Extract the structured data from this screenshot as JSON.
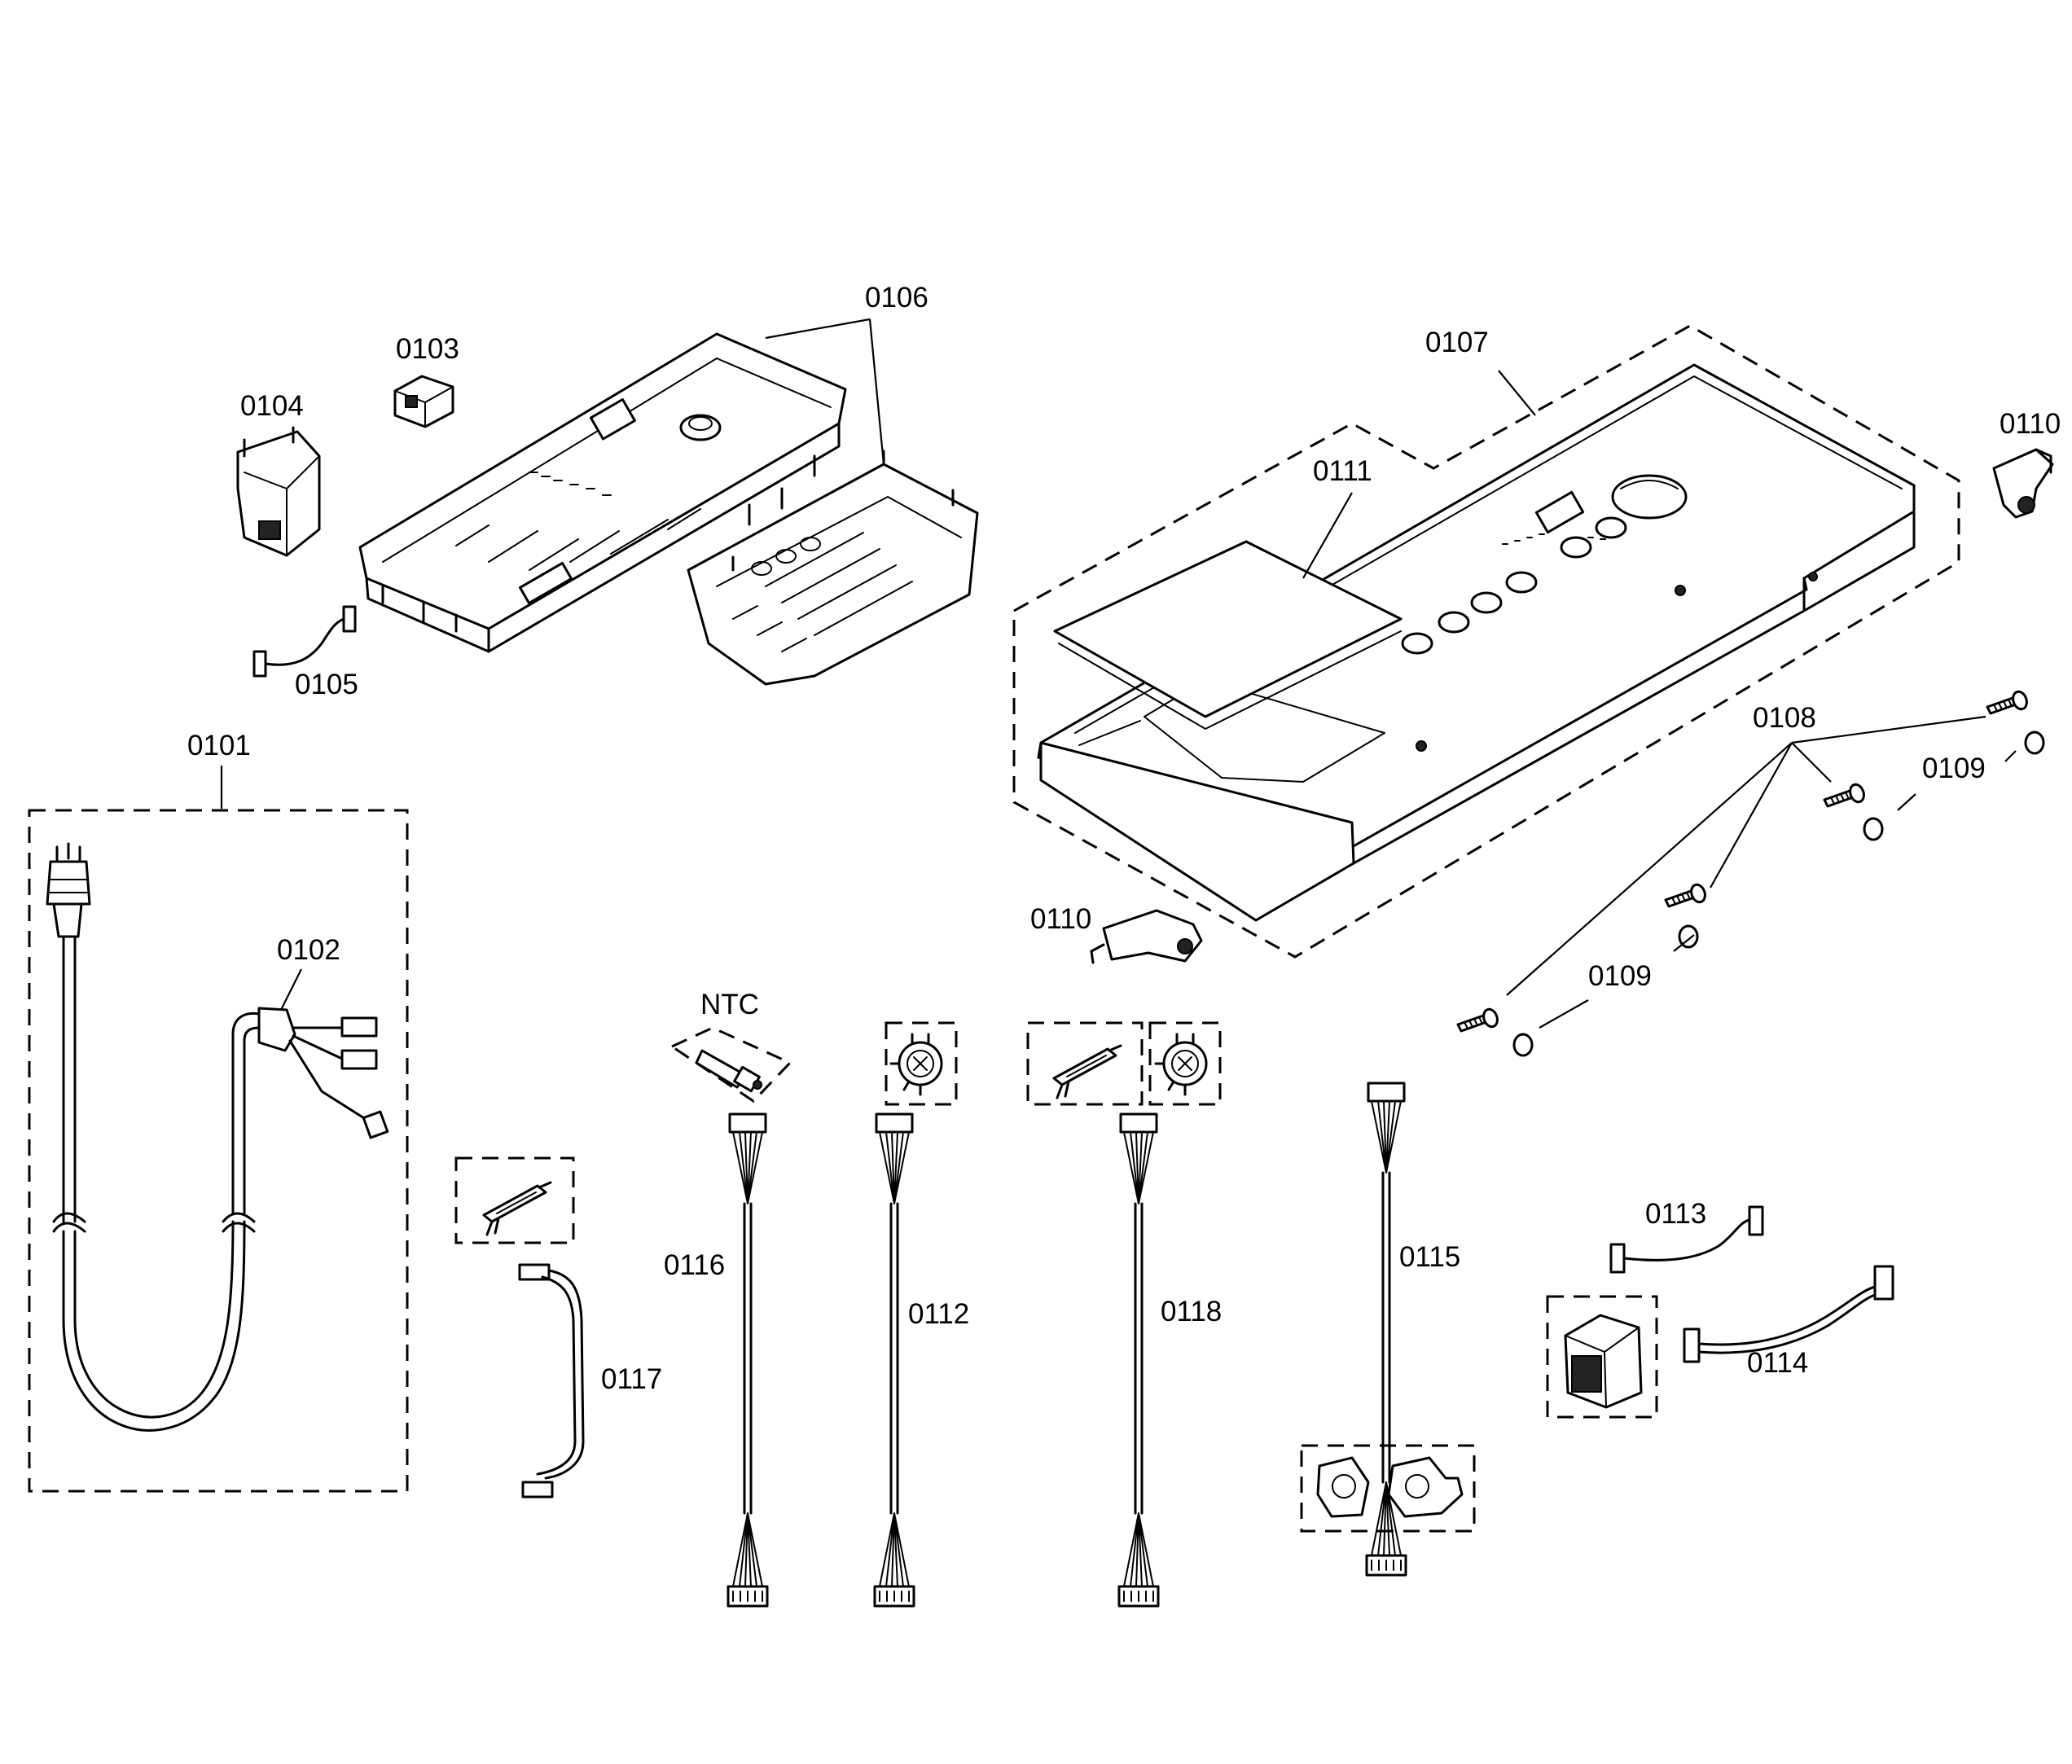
{
  "labels": {
    "p0101": "0101",
    "p0102": "0102",
    "p0103": "0103",
    "p0104": "0104",
    "p0105": "0105",
    "p0106": "0106",
    "p0107": "0107",
    "p0108": "0108",
    "p0109_right": "0109",
    "p0109_mid": "0109",
    "p0110_right": "0110",
    "p0110_mid": "0110",
    "p0111": "0111",
    "p0112": "0112",
    "p0113": "0113",
    "p0114": "0114",
    "p0115": "0115",
    "p0116": "0116",
    "p0117": "0117",
    "p0118": "0118",
    "ntc": "NTC"
  }
}
